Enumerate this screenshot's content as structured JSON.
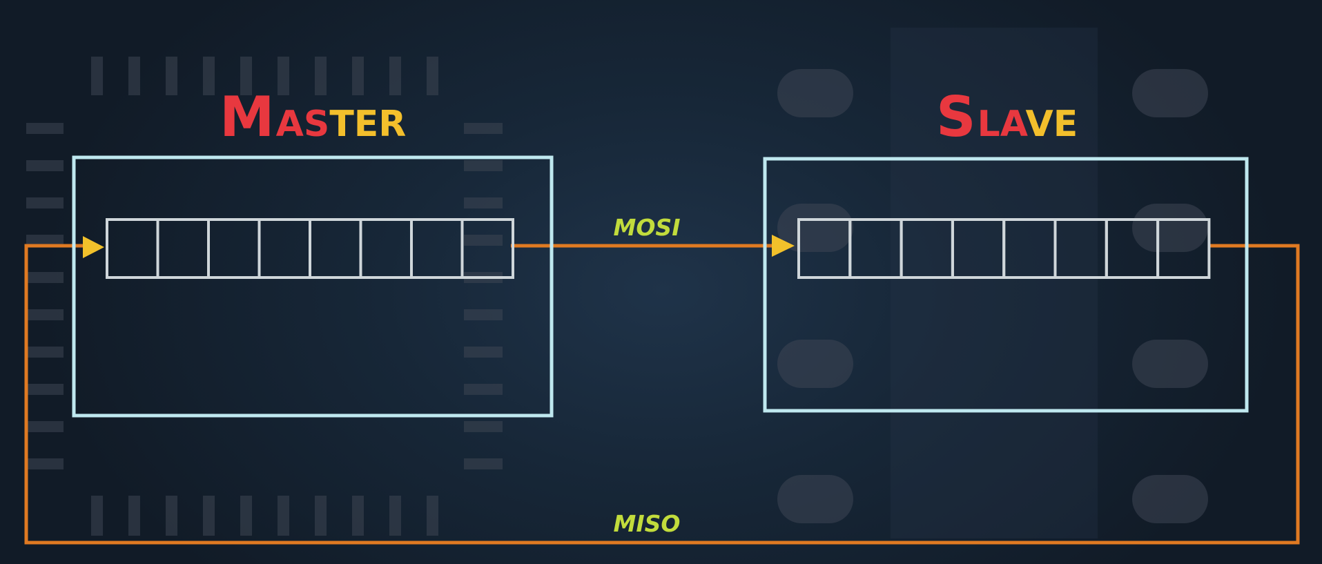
{
  "master": {
    "title_initial": "M",
    "title_rest": "ASTER",
    "register_bits": 8
  },
  "slave": {
    "title_initial": "S",
    "title_rest": "LAVE",
    "register_bits": 8
  },
  "signals": {
    "mosi": "MOSI",
    "miso": "MISO"
  },
  "colors": {
    "background": "#14202e",
    "title_red": "#e8383f",
    "title_yellow": "#f3bf2c",
    "box_outline": "#bfe8ef",
    "register_cell": "#cfd6da",
    "wire": "#e07a22",
    "arrow": "#f2c12b",
    "label_green": "#c2dc3c",
    "chip_pin": "#3e4653"
  }
}
